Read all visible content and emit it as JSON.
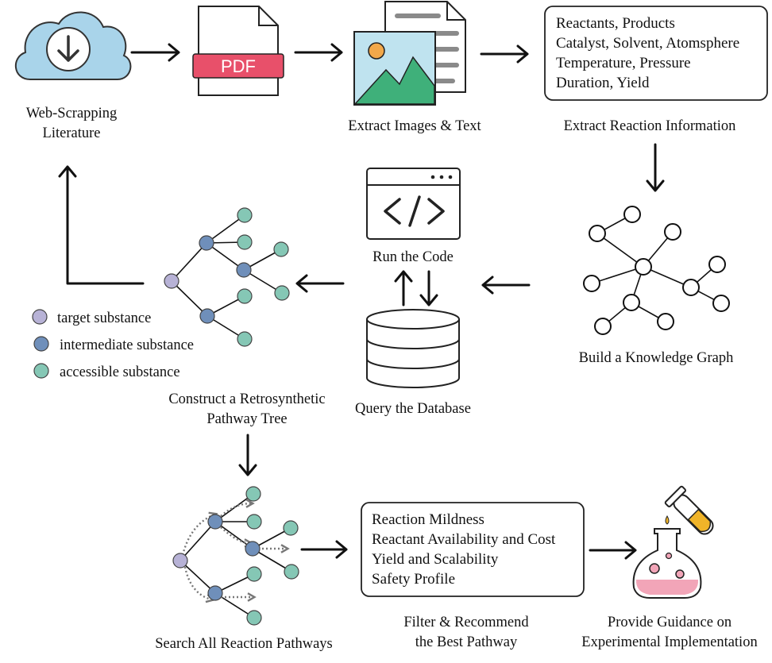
{
  "steps": {
    "web_scrapping": [
      "Web-Scrapping",
      "Literature"
    ],
    "pdf_label": "PDF",
    "extract_images_text": "Extract Images & Text",
    "extract_reaction_info": "Extract Reaction Information",
    "build_kg": "Build a Knowledge Graph",
    "run_code": "Run the Code",
    "query_db": "Query the Database",
    "construct_tree": [
      "Construct a Retrosynthetic",
      "Pathway Tree"
    ],
    "search_pathways": "Search All Reaction Pathways",
    "filter_recommend": [
      "Filter & Recommend",
      "the Best Pathway"
    ],
    "provide_guidance": [
      "Provide Guidance on",
      "Experimental Implementation"
    ]
  },
  "reaction_info_box": [
    "Reactants, Products",
    "Catalyst, Solvent, Atomsphere",
    "Temperature, Pressure",
    "Duration, Yield"
  ],
  "criteria_box": [
    "Reaction Mildness",
    "Reactant Availability and Cost",
    "Yield and Scalability",
    "Safety Profile"
  ],
  "legend": [
    {
      "label": "target substance",
      "color": "#b7b2d6"
    },
    {
      "label": "intermediate substance",
      "color": "#6f8fba"
    },
    {
      "label": "accessible substance",
      "color": "#85c7b5"
    }
  ],
  "colors": {
    "cloud": "#a9d4ea",
    "pdf_band": "#e8506a",
    "image_sky": "#bfe3ef",
    "image_mountain": "#3fb07a",
    "sun": "#f2a84a",
    "flask_liquid": "#f2a5b8",
    "tube_liquid": "#f0b429"
  }
}
